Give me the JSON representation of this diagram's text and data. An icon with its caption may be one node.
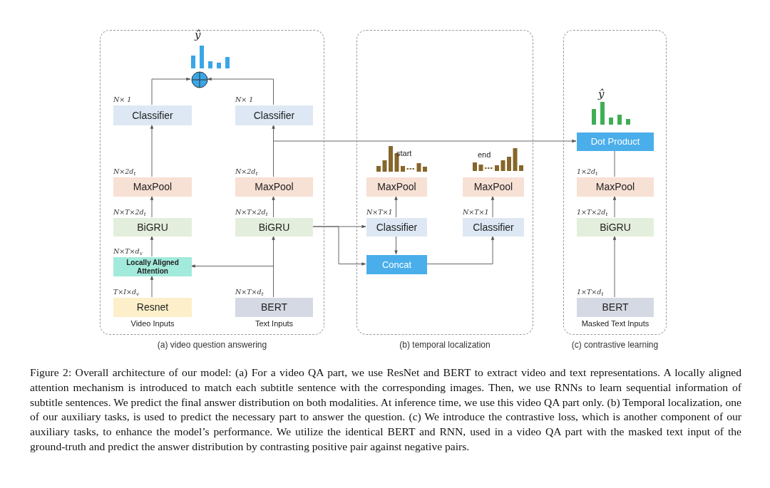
{
  "diagram": {
    "caption": "Figure 2: Overall architecture of our model: (a) For a video QA part, we use ResNet and BERT to extract video and text representations. A locally aligned attention mechanism is introduced to match each subtitle sentence with the corresponding images. Then, we use RNNs to learn sequential information of subtitle sentences. We predict the final answer distribution on both modalities. At inference time, we use this video QA part only. (b) Temporal localization, one of our auxiliary tasks, is used to predict the necessary part to answer the question. (c) We introduce the contrastive loss, which is another component of our auxiliary tasks, to enhance the model’s performance. We utilize the identical BERT and RNN, used in a video QA part with the masked text input of the ground-truth and predict the answer distribution by contrasting positive pair against negative pairs.",
    "nodes": [
      {
        "text": [
          "(a) video question answering"
        ]
      },
      {
        "text": [
          "(b) temporal localization"
        ]
      },
      {
        "text": [
          "(c) contrastive learning"
        ]
      },
      {
        "text": [],
        "shape": "circle",
        "in": 0
      },
      {
        "text": [
          "Classifier"
        ],
        "in": 0,
        "beside": [
          "N× 1"
        ]
      },
      {
        "text": [
          "Classifier"
        ],
        "in": 0,
        "beside": [
          "N× 1"
        ]
      },
      {
        "text": [
          "MaxPool"
        ],
        "in": 0,
        "beside": [
          "N×2d$_{t}$"
        ]
      },
      {
        "text": [
          "MaxPool"
        ],
        "in": 0,
        "beside": [
          "N×2d$_{t}$"
        ]
      },
      {
        "text": [
          "BiGRU"
        ],
        "in": 0,
        "beside": [
          "N×T×2d$_{t}$"
        ]
      },
      {
        "text": [
          "BiGRU"
        ],
        "in": 0,
        "beside": [
          "N×T×2d$_{t}$"
        ]
      },
      {
        "text": [
          "Locally Aligned Attention"
        ],
        "in": 0,
        "beside": [
          "N×T×d$_{v}$"
        ]
      },
      {
        "text": [
          "Resnet"
        ],
        "in": 0,
        "beside": [
          "T×I×d$_{v}$",
          "Video Inputs"
        ]
      },
      {
        "text": [
          "BERT"
        ],
        "in": 0,
        "beside": [
          "N×T×d$_{t}$",
          "Text Inputs"
        ]
      },
      {
        "text": [
          "MaxPool"
        ],
        "in": 1
      },
      {
        "text": [
          "MaxPool"
        ],
        "in": 1
      },
      {
        "text": [
          "Classifier"
        ],
        "in": 1,
        "beside": [
          "N×T×1"
        ]
      },
      {
        "text": [
          "Classifier"
        ],
        "in": 1,
        "beside": [
          "N×T×1"
        ]
      },
      {
        "text": [
          "Concat"
        ],
        "in": 1
      },
      {
        "text": [
          "Dot Product"
        ],
        "in": 2
      },
      {
        "text": [
          "MaxPool"
        ],
        "in": 2,
        "beside": [
          "1×2d$_{t}$"
        ]
      },
      {
        "text": [
          "BiGRU"
        ],
        "in": 2,
        "beside": [
          "1×T×2d$_{t}$"
        ]
      },
      {
        "text": [
          "BERT"
        ],
        "in": 2,
        "beside": [
          "1×T×d$_{t}$",
          "Masked Text Inputs"
        ]
      }
    ],
    "edges": [
      {
        "from": 4,
        "to": 3,
        "arrow": "to"
      },
      {
        "from": 5,
        "to": 3,
        "arrow": "to"
      },
      {
        "from": 6,
        "to": 4,
        "arrow": "to"
      },
      {
        "from": 7,
        "to": 5,
        "arrow": "to"
      },
      {
        "from": 8,
        "to": 6,
        "arrow": "to"
      },
      {
        "from": 9,
        "to": 7,
        "arrow": "to"
      },
      {
        "from": 10,
        "to": 8,
        "arrow": "to"
      },
      {
        "from": 11,
        "to": 10,
        "arrow": "to"
      },
      {
        "from": 12,
        "to": 9,
        "arrow": "to"
      },
      {
        "from": 12,
        "to": 10,
        "arrow": "to"
      },
      {
        "from": 7,
        "to": 18,
        "arrow": "to"
      },
      {
        "from": 9,
        "to": 15,
        "arrow": "to"
      },
      {
        "from": 9,
        "to": 17,
        "arrow": "to"
      },
      {
        "from": 15,
        "to": 13,
        "arrow": "to"
      },
      {
        "from": 15,
        "to": 17,
        "arrow": "to"
      },
      {
        "from": 17,
        "to": 16,
        "arrow": "to"
      },
      {
        "from": 16,
        "to": 14,
        "arrow": "to"
      },
      {
        "from": 21,
        "to": 20,
        "arrow": "to"
      },
      {
        "from": 20,
        "to": 19,
        "arrow": "to"
      },
      {
        "from": 19,
        "to": 18,
        "arrow": "none"
      }
    ],
    "labels": [
      "ŷ",
      "ŷ",
      "start",
      "end"
    ]
  }
}
